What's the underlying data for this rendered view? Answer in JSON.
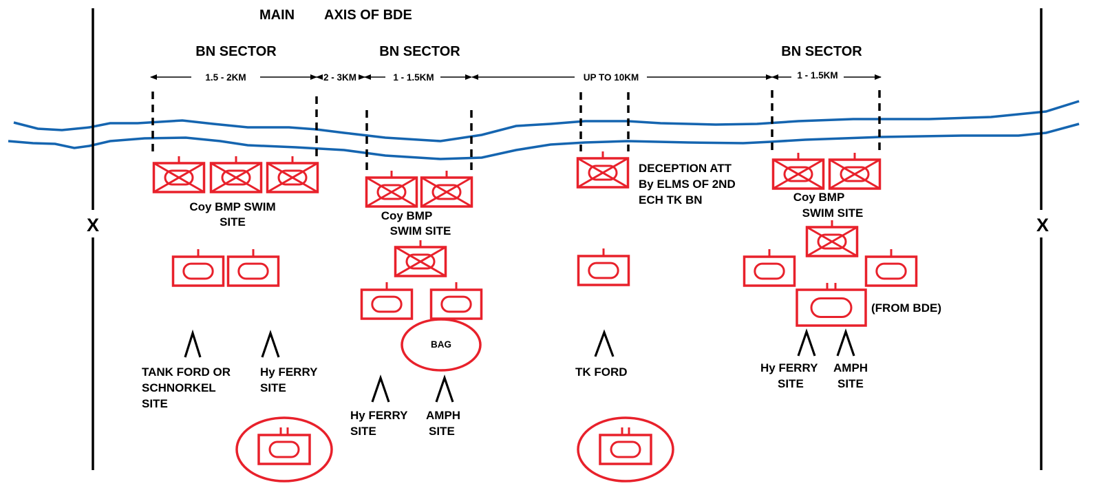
{
  "title": {
    "main": "MAIN",
    "axis": "AXIS OF BDE"
  },
  "sectors": [
    "BN  SECTOR",
    "BN  SECTOR",
    "BN  SECTOR"
  ],
  "dimensions": [
    "1.5 - 2KM",
    "2 - 3KM",
    "1 - 1.5KM",
    "UP TO 10KM",
    "1 - 1.5KM"
  ],
  "boundary_marks": [
    "X",
    "X"
  ],
  "labels": {
    "swim1": [
      "Coy BMP SWIM",
      "SITE"
    ],
    "swim2": [
      "Coy BMP",
      "SWIM SITE"
    ],
    "deception": [
      "DECEPTION ATT",
      "By ELMS OF 2ND",
      "ECH TK BN"
    ],
    "swim3": [
      "Coy BMP",
      "SWIM SITE"
    ],
    "bag": "BAG",
    "from_bde": "(FROM BDE)",
    "tank_ford": [
      "TANK FORD OR",
      "SCHNORKEL",
      "SITE"
    ],
    "hy_ferry1": [
      "Hy FERRY",
      "SITE"
    ],
    "hy_ferry2": [
      "Hy FERRY",
      "SITE"
    ],
    "amph2": [
      "AMPH",
      "SITE"
    ],
    "tk_ford": "TK FORD",
    "hy_ferry3": [
      "Hy FERRY",
      "SITE"
    ],
    "amph3": [
      "AMPH",
      "SITE"
    ]
  },
  "colors": {
    "river": "#1565b0",
    "unit_symbol": "#e8212b",
    "text": "#000000"
  }
}
